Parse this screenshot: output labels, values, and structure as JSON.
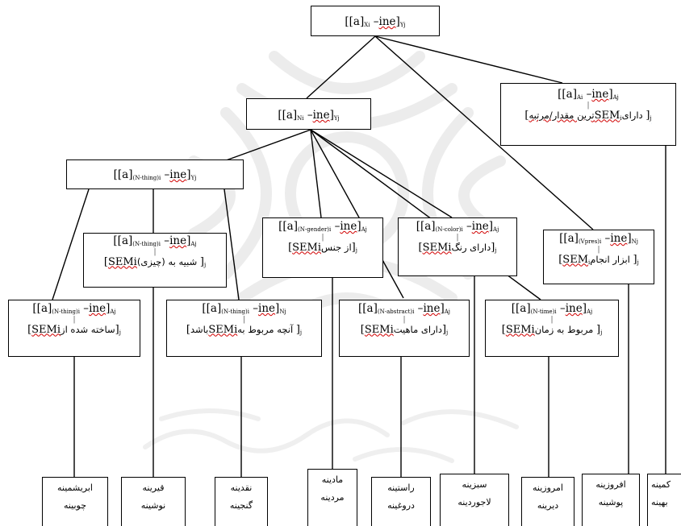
{
  "nodes": {
    "root": {
      "sch_open": "[[a]",
      "sch_sub1": "Xi",
      "sch_mid": " –",
      "sch_sq": "ine",
      "sch_close": "]",
      "sch_sub2": "Yj"
    },
    "ai": {
      "sch_open": "[[a]",
      "sch_sub1": "Ai",
      "sch_mid": " –",
      "sch_sq": "ine",
      "sch_close": "]",
      "sch_sub2": "Aj",
      "sem_pre": "[",
      "sem_a": "دارای ",
      "sem_b": "SEM",
      "sem_sub": "i",
      "sem_c": "ترین مقدار/مرتبه",
      "sem_end": "]",
      "sem_j": "j"
    },
    "ni": {
      "sch_open": "[[a]",
      "sch_sub1": "Ni",
      "sch_mid": " –",
      "sch_sq": "ine",
      "sch_close": "]",
      "sch_sub2": "Yj"
    },
    "nthing": {
      "sch_open": "[[a]",
      "sch_sub1": "(N-thing)i",
      "sch_mid": " –",
      "sch_sq": "ine",
      "sch_close": "]",
      "sch_sub2": "Yj"
    },
    "nthing_aj": {
      "sch_open": "[[a]",
      "sch_sub1": "(N-thing)i",
      "sch_mid": " –",
      "sch_sq": "ine",
      "sch_close": "]",
      "sch_sub2": "Aj",
      "sem_pre": "[",
      "sem_a": "(چیزی) شبیه به ",
      "sem_b": "SEMi",
      "sem_end": "]",
      "sem_j": "j"
    },
    "ngender": {
      "sch_open": "[[a]",
      "sch_sub1": "(N-gender)i",
      "sch_mid": " –",
      "sch_sq": "ine",
      "sch_close": "]",
      "sch_sub2": "Aj",
      "sem_pre": "[",
      "sem_a": "از جنس",
      "sem_b": "SEMi",
      "sem_end": "]",
      "sem_j": "j"
    },
    "ncolor": {
      "sch_open": "[[a]",
      "sch_sub1": "(N-color)i",
      "sch_mid": " –",
      "sch_sq": "ine",
      "sch_close": "]",
      "sch_sub2": "Aj",
      "sem_pre": "[",
      "sem_a": "دارای رنگ",
      "sem_b": "SEMi",
      "sem_end": "]",
      "sem_j": "j"
    },
    "vpres": {
      "sch_open": "[[a]",
      "sch_sub1": "(Vpres)i",
      "sch_mid": " –",
      "sch_sq": "ine",
      "sch_close": "]",
      "sch_sub2": "Nj",
      "sem_pre": "[",
      "sem_a": "ابزار انجام ",
      "sem_b": "SEM",
      "sem_sub": "i",
      "sem_end": "]",
      "sem_j": "j"
    },
    "nthing_made": {
      "sch_open": "[[a]",
      "sch_sub1": "(N-thing)i",
      "sch_mid": " –",
      "sch_sq": "ine",
      "sch_close": "]",
      "sch_sub2": "Aj",
      "sem_pre": "[",
      "sem_a": "ساخته شده از",
      "sem_b": "SEMi",
      "sem_end": "]",
      "sem_j": "j"
    },
    "nthing_nj": {
      "sch_open": "[[a]",
      "sch_sub1": "(N-thing)i",
      "sch_mid": " –",
      "sch_sq": "ine",
      "sch_close": "]",
      "sch_sub2": "Nj",
      "sem_pre": "[",
      "sem_a": "آنچه مربوط به ",
      "sem_b": "SEMi",
      "sem_c": "باشد",
      "sem_end": "]",
      "sem_j": "j"
    },
    "nabstract": {
      "sch_open": "[[a]",
      "sch_sub1": "(N-abstract)i",
      "sch_mid": " –",
      "sch_sq": "ine",
      "sch_close": "]",
      "sch_sub2": "Aj",
      "sem_pre": "[",
      "sem_a": "دارای ماهیت",
      "sem_b": "SEMi",
      "sem_end": "]",
      "sem_j": "j"
    },
    "ntime": {
      "sch_open": "[[a]",
      "sch_sub1": "(N-time)i",
      "sch_mid": " –",
      "sch_sq": "ine",
      "sch_close": "]",
      "sch_sub2": "Aj",
      "sem_pre": "[",
      "sem_a": "مربوط به زمان ",
      "sem_b": "SEMi",
      "sem_end": "]",
      "sem_j": "j"
    }
  },
  "leaves": [
    {
      "line1": "ابریشمینه",
      "line2": "چوبینه"
    },
    {
      "line1": "قیرینه",
      "line2": "نوشینه"
    },
    {
      "line1": "نقدینه",
      "line2": "گنجینه"
    },
    {
      "line1": "مادینه",
      "line2": "مردینه"
    },
    {
      "line1": "راستینه",
      "line2": "دروغینه"
    },
    {
      "line1": "سبزینه",
      "line2": "لاجوردینه"
    },
    {
      "line1": "امروزینه",
      "line2": "دیرینه"
    },
    {
      "line1": "افروزینه",
      "line2": "پوشینه"
    },
    {
      "line1": "کمینه",
      "line2": "بهینه"
    }
  ]
}
